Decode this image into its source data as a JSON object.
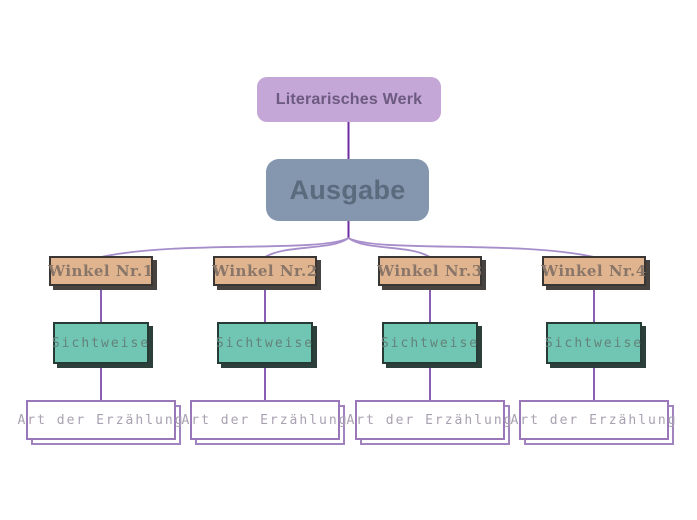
{
  "diagram": {
    "root": {
      "label": "Literarisches Werk"
    },
    "edition": {
      "label": "Ausgabe"
    },
    "columns": [
      {
        "winkel": "Winkel Nr.1",
        "sichtweise": "Sichtweise",
        "art": "Art der Erzählung"
      },
      {
        "winkel": "Winkel Nr.2",
        "sichtweise": "Sichtweise",
        "art": "Art der Erzählung"
      },
      {
        "winkel": "Winkel Nr.3",
        "sichtweise": "Sichtweise",
        "art": "Art der Erzählung"
      },
      {
        "winkel": "Winkel Nr.4",
        "sichtweise": "Sichtweise",
        "art": "Art der Erzählung"
      }
    ],
    "colors": {
      "root_bg": "#c4a7d7",
      "root_text": "#6c5a80",
      "edition_bg": "#8497af",
      "edition_text": "#5b6b7e",
      "winkel_bg": "#dfb48f",
      "winkel_border": "#3a3633",
      "winkel_text": "#8a7668",
      "sichtweise_bg": "#70c6b2",
      "sichtweise_border": "#263a36",
      "sichtweise_text": "#63827b",
      "art_bg": "#ffffff",
      "art_border": "#9a77b9",
      "art_text": "#a9a1b1",
      "connector_dark": "#6f2da1",
      "connector_mid": "#8a5fb3",
      "connector_light": "#a78ecb",
      "canvas_bg": "#ffffff"
    }
  }
}
